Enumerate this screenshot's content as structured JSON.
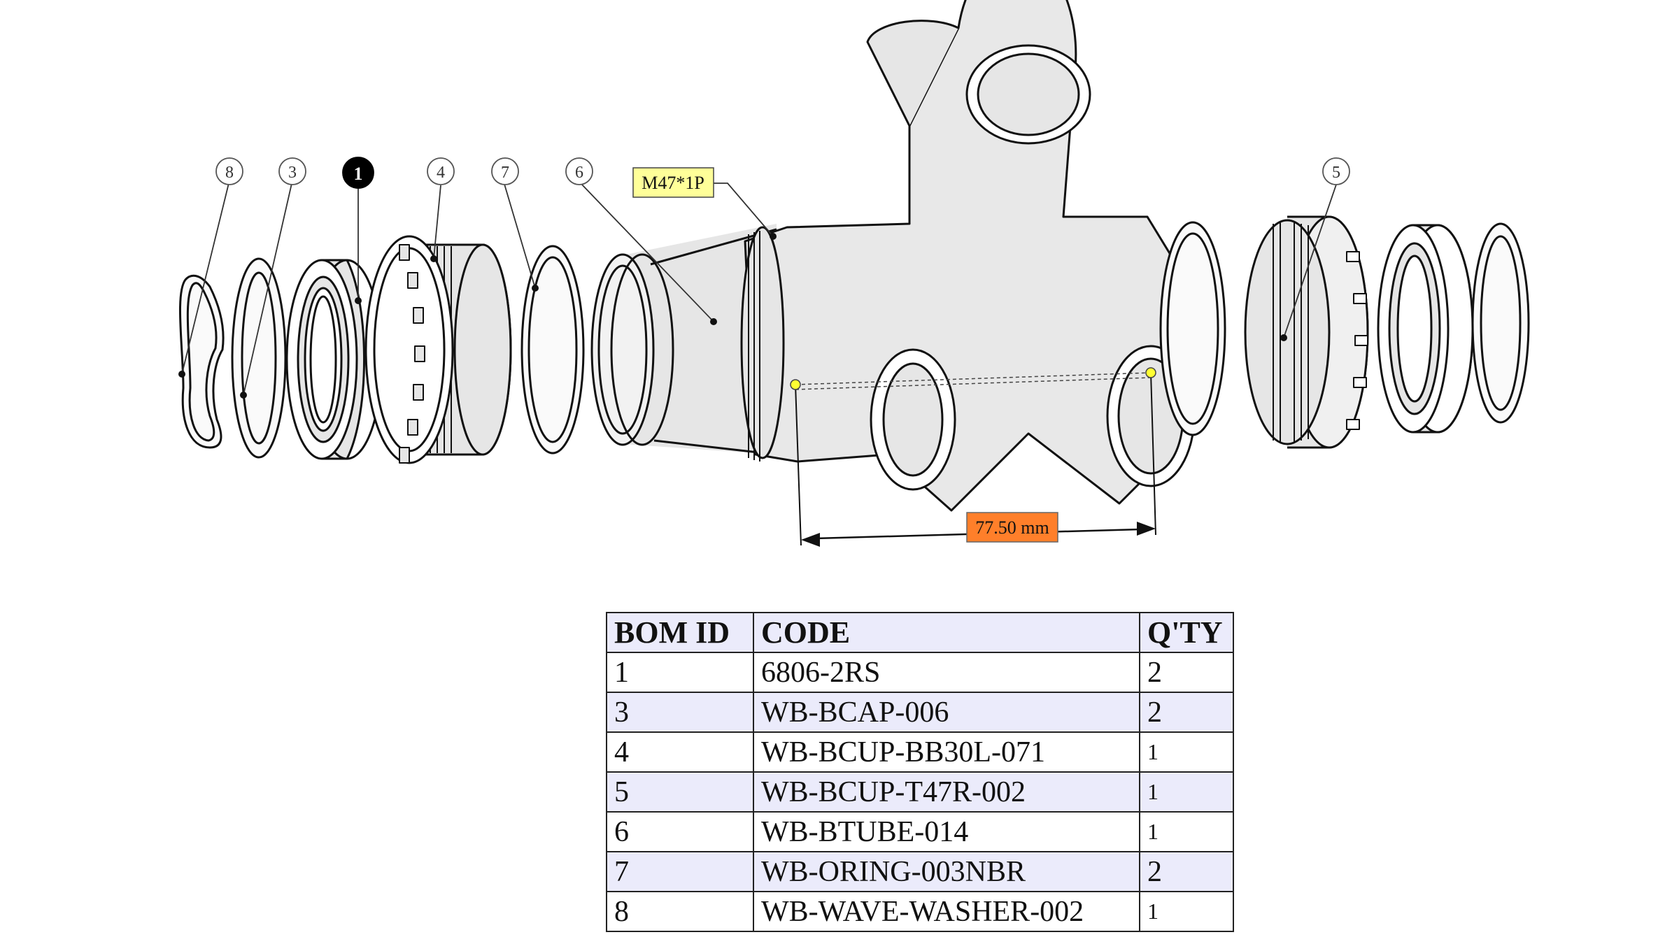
{
  "callouts": [
    {
      "id": "8",
      "highlight": false
    },
    {
      "id": "3",
      "highlight": false
    },
    {
      "id": "1",
      "highlight": true
    },
    {
      "id": "4",
      "highlight": false
    },
    {
      "id": "7",
      "highlight": false
    },
    {
      "id": "6",
      "highlight": false
    },
    {
      "id": "5",
      "highlight": false
    }
  ],
  "thread_label": "M47*1P",
  "dimension_label": "77.50 mm",
  "colors": {
    "thread_label_bg": "#ffff99",
    "dimension_label_bg": "#ff7f2a",
    "table_header_bg": "#ebebfb",
    "table_alt_row_bg": "#ebebfb",
    "part_fill": "#e6e6e6",
    "line": "#111111"
  },
  "bom": {
    "headers": {
      "id": "BOM ID",
      "code": "CODE",
      "qty": "Q'TY"
    },
    "rows": [
      {
        "id": "1",
        "code": "6806-2RS",
        "qty": "2"
      },
      {
        "id": "3",
        "code": "WB-BCAP-006",
        "qty": "2"
      },
      {
        "id": "4",
        "code": "WB-BCUP-BB30L-071",
        "qty": "1"
      },
      {
        "id": "5",
        "code": "WB-BCUP-T47R-002",
        "qty": "1"
      },
      {
        "id": "6",
        "code": "WB-BTUBE-014",
        "qty": "1"
      },
      {
        "id": "7",
        "code": "WB-ORING-003NBR",
        "qty": "2"
      },
      {
        "id": "8",
        "code": "WB-WAVE-WASHER-002",
        "qty": "1"
      }
    ]
  }
}
